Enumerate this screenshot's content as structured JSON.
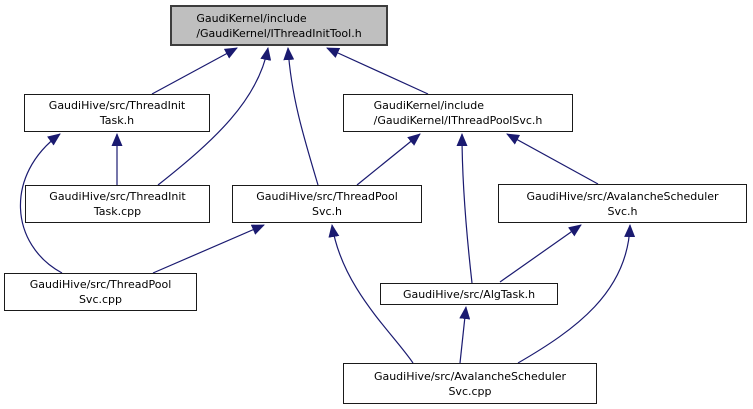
{
  "graph": {
    "type": "include-dependency-graph",
    "edge_color": "#1a1a70",
    "highlight_node_fill": "#bfbfbf",
    "nodes": {
      "ithreadinittool_h": {
        "line1": "GaudiKernel/include",
        "line2": "/GaudiKernel/IThreadInitTool.h",
        "highlighted": true
      },
      "threadinittask_h": {
        "line1": "GaudiHive/src/ThreadInit",
        "line2": "Task.h"
      },
      "ithreadpoolsvc_h": {
        "line1": "GaudiKernel/include",
        "line2": "/GaudiKernel/IThreadPoolSvc.h"
      },
      "threadinittask_cpp": {
        "line1": "GaudiHive/src/ThreadInit",
        "line2": "Task.cpp"
      },
      "threadpoolsvc_h": {
        "line1": "GaudiHive/src/ThreadPool",
        "line2": "Svc.h"
      },
      "avalancheschedulersvc_h": {
        "line1": "GaudiHive/src/AvalancheScheduler",
        "line2": "Svc.h"
      },
      "threadpoolsvc_cpp": {
        "line1": "GaudiHive/src/ThreadPool",
        "line2": "Svc.cpp"
      },
      "algtask_h": {
        "line1": "GaudiHive/src/AlgTask.h"
      },
      "avalancheschedulersvc_cpp": {
        "line1": "GaudiHive/src/AvalancheScheduler",
        "line2": "Svc.cpp"
      }
    },
    "edges": [
      {
        "from": "threadinittask_h",
        "to": "ithreadinittool_h"
      },
      {
        "from": "threadinittask_cpp",
        "to": "ithreadinittool_h"
      },
      {
        "from": "threadpoolsvc_h",
        "to": "ithreadinittool_h"
      },
      {
        "from": "ithreadpoolsvc_h",
        "to": "ithreadinittool_h"
      },
      {
        "from": "threadinittask_cpp",
        "to": "threadinittask_h"
      },
      {
        "from": "threadpoolsvc_cpp",
        "to": "threadinittask_h"
      },
      {
        "from": "threadpoolsvc_cpp",
        "to": "threadpoolsvc_h"
      },
      {
        "from": "threadpoolsvc_h",
        "to": "ithreadpoolsvc_h"
      },
      {
        "from": "avalancheschedulersvc_h",
        "to": "ithreadpoolsvc_h"
      },
      {
        "from": "algtask_h",
        "to": "ithreadpoolsvc_h"
      },
      {
        "from": "algtask_h",
        "to": "avalancheschedulersvc_h"
      },
      {
        "from": "avalancheschedulersvc_cpp",
        "to": "avalancheschedulersvc_h"
      },
      {
        "from": "avalancheschedulersvc_cpp",
        "to": "algtask_h"
      },
      {
        "from": "avalancheschedulersvc_cpp",
        "to": "threadpoolsvc_h"
      }
    ]
  }
}
